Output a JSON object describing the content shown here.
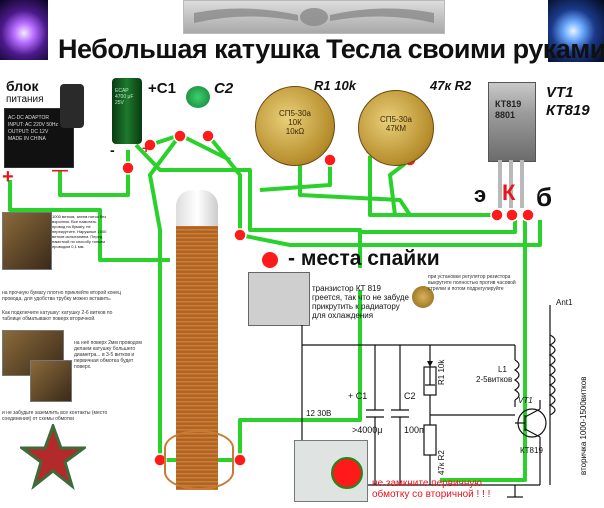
{
  "title": "Небольшая катушка Тесла своими руками",
  "power_block": {
    "label_line1": "блок",
    "label_line2": "питания",
    "adaptor_text": [
      "AC-DC ADAPTOR",
      "INPUT: AC 220V 50Hz",
      "OUTPUT: DC 12V",
      "MADE IN CHINA"
    ],
    "plus": "+",
    "minus": "—"
  },
  "capacitor_c1": {
    "label": "+С1",
    "body_text": [
      "ECAP",
      "4700 μF",
      "25V"
    ],
    "minus": "-",
    "plus": "+"
  },
  "capacitor_c2": {
    "label": "С2"
  },
  "resistor_r1": {
    "label": "R1 10k",
    "body_text": [
      "СП5-30а",
      "10К",
      "10кΩ"
    ]
  },
  "resistor_r2": {
    "label": "47к R2",
    "body_text": [
      "СП5-30а",
      "47КМ"
    ]
  },
  "transistor": {
    "label_line1": "VT1",
    "label_line2": "КТ819",
    "body_text": [
      "КТ819",
      "8801"
    ],
    "pin_e": "э",
    "pin_k": "К",
    "pin_b": "б"
  },
  "legend": {
    "text": "- места спайки"
  },
  "notes": {
    "transistor_heat": "транзистор КТ 819 греется, так что не забуде прикрутить к радиатору для охлаждения",
    "regulator": "при установке регулятор резистора выкрутите полностью против часовой стрелки и потом подрегулируйте",
    "warning": "не замкните первичную обмотку со вторичной ! ! !",
    "instructions_1": "1000 витков, затем ниток без ворсинок. Все намотать провод на бумагу, не перекрутите. Наружные 1000 витков испытанием. Перед намоткой по способу тонким проводом 0,1 мм.",
    "instructions_2": "на прочную бумагу плотно приклейте второй конец провода, для удобства трубку можно вставить.",
    "instructions_3": "Как подключите катушку: катушку 2-6 витков по таблице обматывают поверх вторичной.",
    "instructions_4": "на неё поверх 2мм проводом делаем катушку большего диаметра... в 3-5 витков и первичная обмотка будет поверх.",
    "instructions_5": "и не забудьте заземлить все контакты (место соединения) от схемы обмотки"
  },
  "schematic": {
    "voltage": "12 30В",
    "c1_label": "+ С1",
    "c1_value": ">4000μ",
    "c2_label": "С2",
    "c2_value": "100п",
    "r1_label": "R1 10k",
    "r2_label": "47к R2",
    "l1_label": "L1",
    "l1_turns": "2-5витков",
    "vt1_label": "VT1",
    "vt1_type": "КТ819",
    "antenna": "Ant1",
    "secondary": "вторичка 1000-1500витков"
  }
}
